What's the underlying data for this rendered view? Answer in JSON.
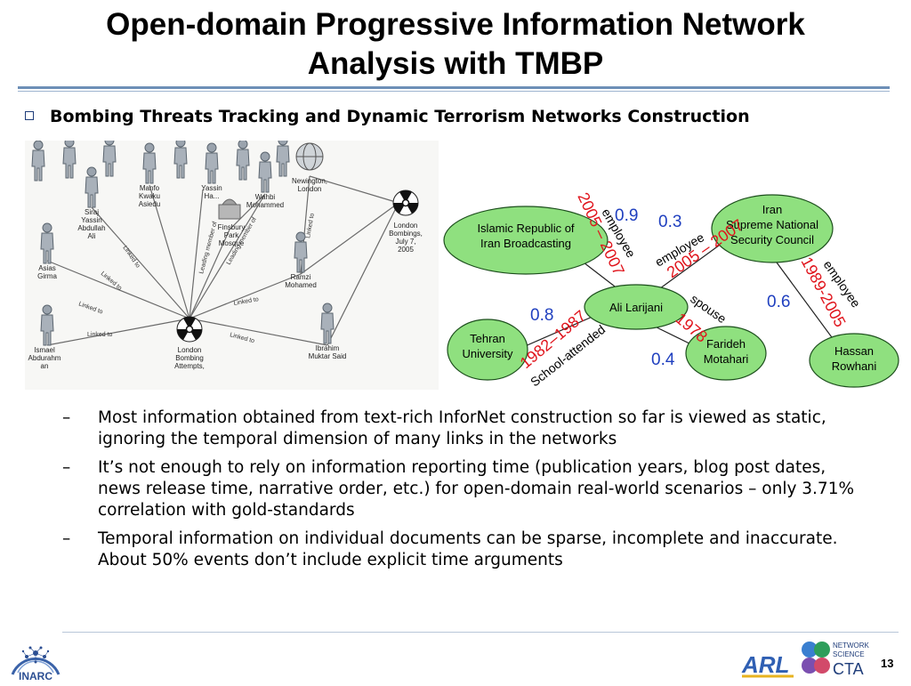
{
  "slide": {
    "title_line1": "Open-domain Progressive Information Network",
    "title_line2": "Analysis with TMBP",
    "main_bullet": "Bombing Threats Tracking and Dynamic Terrorism Networks Construction",
    "page_number": "13"
  },
  "network_image": {
    "center_label": [
      "London",
      "Bombing",
      "Attempts,"
    ],
    "people": [
      {
        "label": [
          "Manfo",
          "Kwaku",
          "Asiedu"
        ]
      },
      {
        "label": [
          "Yassin",
          "Ha...",
          ""
        ]
      },
      {
        "label": [
          "Siraj",
          "Yassin",
          "Abdullah",
          "Ali"
        ]
      },
      {
        "label": [
          "Wahbi",
          "Mohammed"
        ]
      },
      {
        "label": [
          "Asias",
          "Girma"
        ]
      },
      {
        "label": [
          "Ismael",
          "Abdurahm",
          "an"
        ]
      },
      {
        "label": [
          "Ramzi",
          "Mohamed"
        ]
      },
      {
        "label": [
          "Ibrahim",
          "Muktar Said"
        ]
      }
    ],
    "places": [
      {
        "label": [
          "Finsbury",
          "Park",
          "Mosque"
        ]
      },
      {
        "label": [
          "Newington,",
          "London"
        ]
      },
      {
        "label": [
          "London",
          "Bombings,",
          "July 7,",
          "2005"
        ]
      }
    ],
    "edge_labels": [
      "Linked to",
      "Linked to",
      "Linked to",
      "Leading member of",
      "Linked to",
      "Leading member of",
      "Linked to",
      "Linked to",
      "Linked to"
    ]
  },
  "diagram": {
    "nodes": {
      "irib": [
        "Islamic Republic of",
        "Iran Broadcasting"
      ],
      "snsc": [
        "Iran",
        "Supreme National",
        "Security Council"
      ],
      "larijani": [
        "Ali Larijani"
      ],
      "tehran": [
        "Tehran",
        "University"
      ],
      "faride": [
        "Farideh",
        "Motahari"
      ],
      "rowhani": [
        "Hassan",
        "Rowhani"
      ]
    },
    "edges": {
      "irib_rel": "employee",
      "irib_time": "2005 – 2007",
      "irib_score": "0.9",
      "snsc_rel": "employee",
      "snsc_time": "2005 – 2007",
      "snsc_score": "0.3",
      "rowhani_rel": "employee",
      "rowhani_time": "1989-2005",
      "rowhani_score": "0.6",
      "tehran_rel": "School-attended",
      "tehran_time": "1982–1987",
      "tehran_score": "0.8",
      "faride_rel": "spouse",
      "faride_time": "1978",
      "faride_score": "0.4"
    },
    "colors": {
      "node_fill": "#8fe07f",
      "node_stroke": "#1d4f1d",
      "time_text": "#e0141c",
      "score_text": "#1f3fbf"
    }
  },
  "sub_bullets": [
    "Most information obtained from text-rich InforNet construction so far is viewed as static, ignoring the temporal dimension of many links in the networks",
    "It’s not enough to rely on information reporting time (publication years, blog post dates, news release time, narrative order, etc.) for open-domain real-world scenarios – only 3.71% correlation with gold-standards",
    "Temporal information on individual documents can be sparse, incomplete and inaccurate. About 50% events don’t include explicit time arguments"
  ],
  "logos": {
    "left_text": "INARC",
    "right_arl": "ARL",
    "right_ns_line1": "NETWORK",
    "right_ns_line2": "SCIENCE",
    "right_cta": "CTA"
  },
  "icons": {
    "bullet": "square-bullet-icon",
    "people": "person-figure-icon",
    "radiation": "radiation-icon",
    "globe": "globe-icon",
    "building": "mosque-building-icon"
  }
}
